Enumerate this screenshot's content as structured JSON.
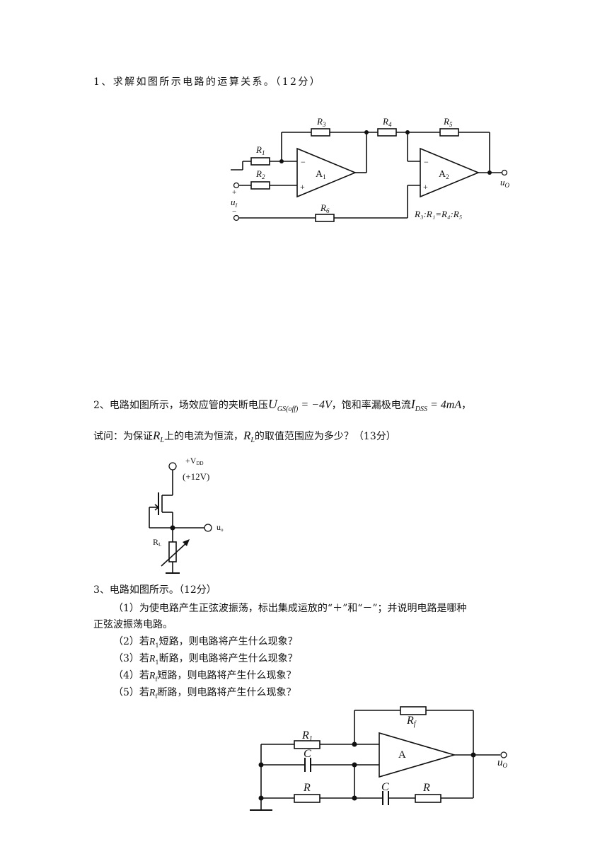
{
  "q1": {
    "text": "1、求解如图所示电路的运算关系。（12分）",
    "labels": {
      "r3": "R",
      "r3s": "3",
      "r4": "R",
      "r4s": "4",
      "r5": "R",
      "r5s": "5",
      "r1": "R",
      "r1s": "1",
      "r2": "R",
      "r2s": "2",
      "r6": "R",
      "r6s": "6",
      "a1": "A",
      "a1s": "1",
      "a2": "A",
      "a2s": "2",
      "minus": "−",
      "plus": "+",
      "ui": "u",
      "uis": "I",
      "uo": "u",
      "uos": "O",
      "ratio": "R₃:R₁=R₄:R₅"
    }
  },
  "q2": {
    "line1_pre": "2、电路如图所示，场效应管的夹断电压",
    "ugs": "U",
    "ugs_sub": "GS(off)",
    "ugs_val": " = −4V",
    "line1_mid": "，饱和率漏极电流",
    "idss": "I",
    "idss_sub": "DSS",
    "idss_val": " = 4mA",
    "line1_end": "，",
    "line2_pre": "试问：为保证",
    "rl": "R",
    "rl_sub": "L",
    "line2_mid": "上的电流为恒流，",
    "line2_end": "的取值范围应为多少？（13分）",
    "vdd": "+V",
    "vdd_sub": "DD",
    "vdd_val": "(+12V)",
    "uo": "u",
    "uo_sub": "o",
    "rl_label": "R",
    "rl_label_sub": "L"
  },
  "q3": {
    "title": "3、电路如图所示。（12分）",
    "p1a": "（1）为使电路产生正弦波振荡，标出集成运放的“＋”和“－”；并说明电路是哪种",
    "p1b": "正弦波振荡电路。",
    "p2_pre": "（2）若",
    "p2_r": "R",
    "p2_rs": "1",
    "p2_post": "短路，则电路将产生什么现象？",
    "p3_pre": "（3）若",
    "p3_r": "R",
    "p3_rs": "1",
    "p3_post": "断路，则电路将产生什么现象？",
    "p4_pre": "（4）若",
    "p4_r": "R",
    "p4_rs": "f",
    "p4_post": "短路，则电路将产生什么现象？",
    "p5_pre": "（5）若",
    "p5_r": "R",
    "p5_rs": "f",
    "p5_post": "断路，则电路将产生什么现象？",
    "labels": {
      "rf": "R",
      "rfs": "f",
      "r1": "R",
      "r1s": "1",
      "c1": "C",
      "c2": "C",
      "r_a": "R",
      "r_b": "R",
      "amp": "A",
      "uo": "u",
      "uos": "O"
    }
  }
}
